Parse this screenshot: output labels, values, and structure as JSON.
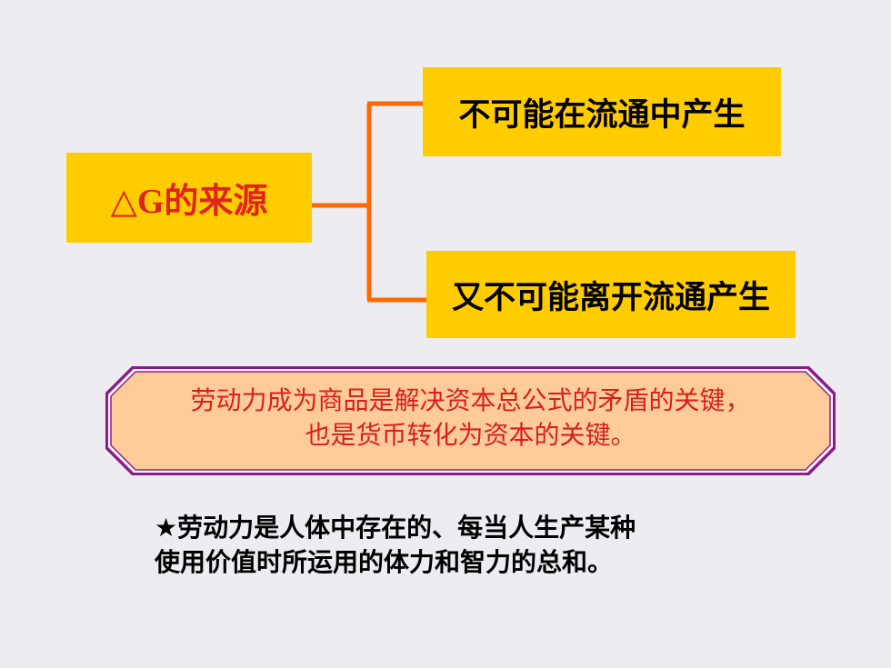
{
  "diagram": {
    "source_label": "△G的来源",
    "branches": [
      {
        "label": "不可能在流通中产生"
      },
      {
        "label": "又不可能离开流通产生"
      }
    ]
  },
  "key_callout": {
    "line1": "劳动力成为商品是解决资本总公式的矛盾的关键，",
    "line2": "也是货币转化为资本的关键。"
  },
  "definition": {
    "line1": "★劳动力是人体中存在的、每当人生产某种",
    "line2": "使用价值时所运用的体力和智力的总和。"
  },
  "colors": {
    "background": "#ececf1",
    "box_fill": "#ffcc00",
    "connector": "#ff6a00",
    "callout_fill": "#ffcc99",
    "callout_border": "#8b1c8b",
    "red_text": "#e0241c"
  }
}
